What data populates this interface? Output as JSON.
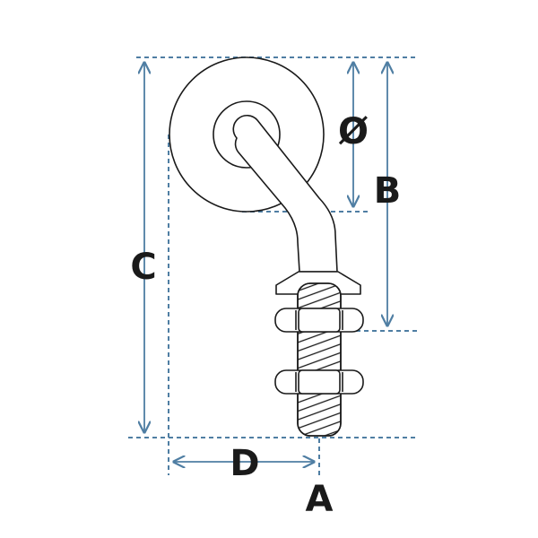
{
  "labels": {
    "diameter": "Ø",
    "b": "B",
    "c": "C",
    "d": "D",
    "a": "A"
  },
  "colors": {
    "dimension": "#4f7ea3",
    "outline": "#1a1a1a",
    "label": "#1a1a1a",
    "background": "#ffffff"
  }
}
